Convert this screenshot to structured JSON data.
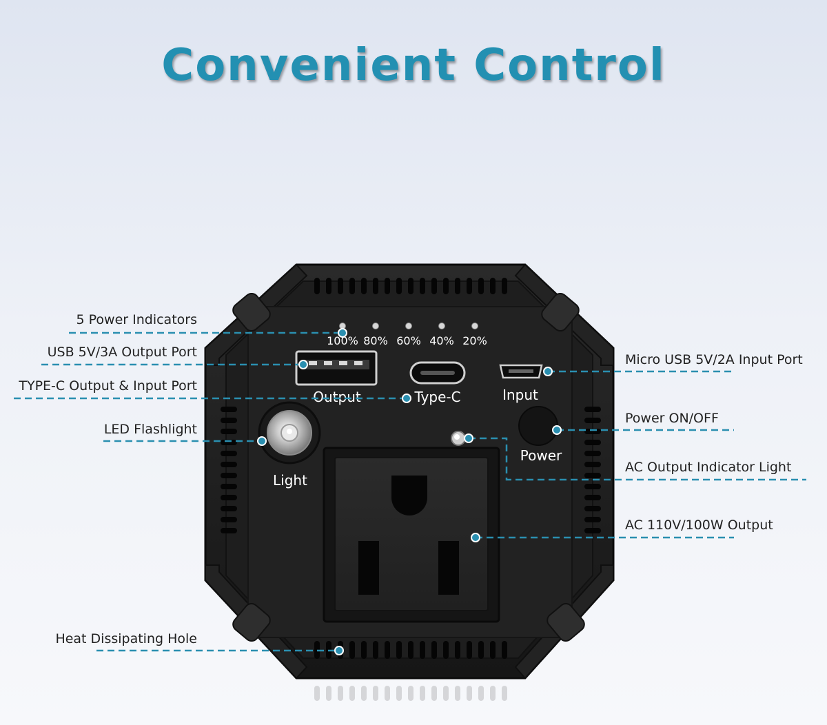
{
  "title": "Convenient Control",
  "colors": {
    "accent": "#2390b2",
    "device_body": "#1c1c1c",
    "callout_line": "#2a8fb0"
  },
  "device": {
    "indicators": [
      "100%",
      "80%",
      "60%",
      "40%",
      "20%"
    ],
    "labels": {
      "output": "Output",
      "type_c": "Type-C",
      "input": "Input",
      "power": "Power",
      "light": "Light"
    }
  },
  "callouts": {
    "power_indicators": "5 Power Indicators",
    "usb_output": "USB 5V/3A Output Port",
    "type_c_port": "TYPE-C Output & Input Port",
    "led_flashlight": "LED Flashlight",
    "heat_hole": "Heat Dissipating Hole",
    "micro_usb_input": "Micro USB 5V/2A Input Port",
    "power_switch": "Power ON/OFF",
    "ac_indicator": "AC Output Indicator Light",
    "ac_output": "AC 110V/100W Output"
  }
}
